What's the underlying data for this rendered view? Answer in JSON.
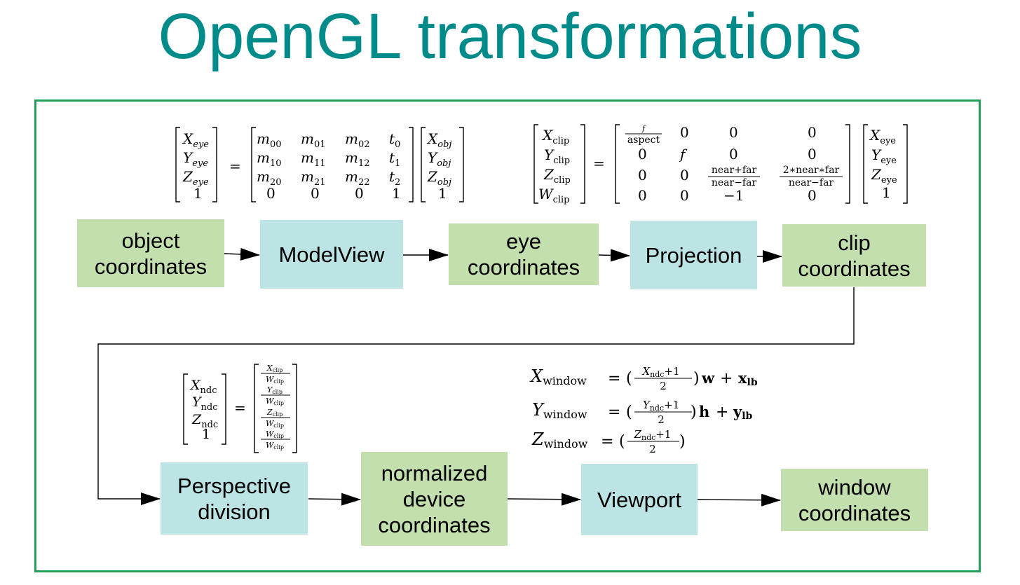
{
  "title": "OpenGL transformations",
  "boxes": {
    "object": {
      "lines": [
        "object",
        "coordinates"
      ]
    },
    "modelview": {
      "lines": [
        "ModelView"
      ]
    },
    "eye": {
      "lines": [
        "eye",
        "coordinates"
      ]
    },
    "projection": {
      "lines": [
        "Projection"
      ]
    },
    "clip": {
      "lines": [
        "clip",
        "coordinates"
      ]
    },
    "perspective": {
      "lines": [
        "Perspective",
        "division"
      ]
    },
    "ndc": {
      "lines": [
        "normalized",
        "device",
        "coordinates"
      ]
    },
    "viewport": {
      "lines": [
        "Viewport"
      ]
    },
    "window": {
      "lines": [
        "window",
        "coordinates"
      ]
    }
  },
  "equations": {
    "modelview": {
      "lhs": [
        [
          "X",
          "eye"
        ],
        [
          "Y",
          "eye"
        ],
        [
          "Z",
          "eye"
        ],
        [
          "1",
          ""
        ]
      ],
      "matrix": [
        [
          [
            "m",
            "00"
          ],
          [
            "m",
            "01"
          ],
          [
            "m",
            "02"
          ],
          [
            "t",
            "0"
          ]
        ],
        [
          [
            "m",
            "10"
          ],
          [
            "m",
            "11"
          ],
          [
            "m",
            "12"
          ],
          [
            "t",
            "1"
          ]
        ],
        [
          [
            "m",
            "20"
          ],
          [
            "m",
            "21"
          ],
          [
            "m",
            "22"
          ],
          [
            "t",
            "2"
          ]
        ],
        [
          [
            "0",
            ""
          ],
          [
            "0",
            ""
          ],
          [
            "0",
            ""
          ],
          [
            "1",
            ""
          ]
        ]
      ],
      "rhs": [
        [
          "X",
          "obj"
        ],
        [
          "Y",
          "obj"
        ],
        [
          "Z",
          "obj"
        ],
        [
          "1",
          ""
        ]
      ]
    },
    "projection": {
      "lhs": [
        [
          "X",
          "clip"
        ],
        [
          "Y",
          "clip"
        ],
        [
          "Z",
          "clip"
        ],
        [
          "W",
          "clip"
        ]
      ],
      "f": "f",
      "aspect": "aspect",
      "zero": "0",
      "nf_num": "near+far",
      "nf_den": "near−far",
      "nnf_num": "2∗near∗far",
      "nnf_den": "near−far",
      "neg_one": "−1",
      "rhs": [
        [
          "X",
          "eye"
        ],
        [
          "Y",
          "eye"
        ],
        [
          "Z",
          "eye"
        ],
        [
          "1",
          ""
        ]
      ]
    },
    "perspective": {
      "lhs": [
        [
          "X",
          "ndc"
        ],
        [
          "Y",
          "ndc"
        ],
        [
          "Z",
          "ndc"
        ],
        [
          "1",
          ""
        ]
      ],
      "num": [
        [
          "X",
          "clip"
        ],
        [
          "Y",
          "clip"
        ],
        [
          "Z",
          "clip"
        ],
        [
          "W",
          "clip"
        ]
      ],
      "den": [
        "W",
        "clip"
      ]
    },
    "viewport": {
      "x": {
        "var": "X",
        "sub": "window",
        "num": "X",
        "numsub": "ndc",
        "plus1": "+1",
        "den": "2",
        "mul": "w",
        "off": "x",
        "offsub": "lb"
      },
      "y": {
        "var": "Y",
        "sub": "window",
        "num": "Y",
        "numsub": "ndc",
        "plus1": "+1",
        "den": "2",
        "mul": "h",
        "off": "y",
        "offsub": "lb"
      },
      "z": {
        "var": "Z",
        "sub": "window",
        "num": "Z",
        "numsub": "ndc",
        "plus1": "+1",
        "den": "2"
      }
    },
    "symbols": {
      "equals": "=",
      "plus": "+",
      "lparen": "(",
      "rparen": ")"
    }
  },
  "colors": {
    "title": "#008b8b",
    "frame": "#22a15a",
    "coordinate_box": "#c3dfae",
    "operation_box": "#bde4e5",
    "arrow": "#000000"
  }
}
